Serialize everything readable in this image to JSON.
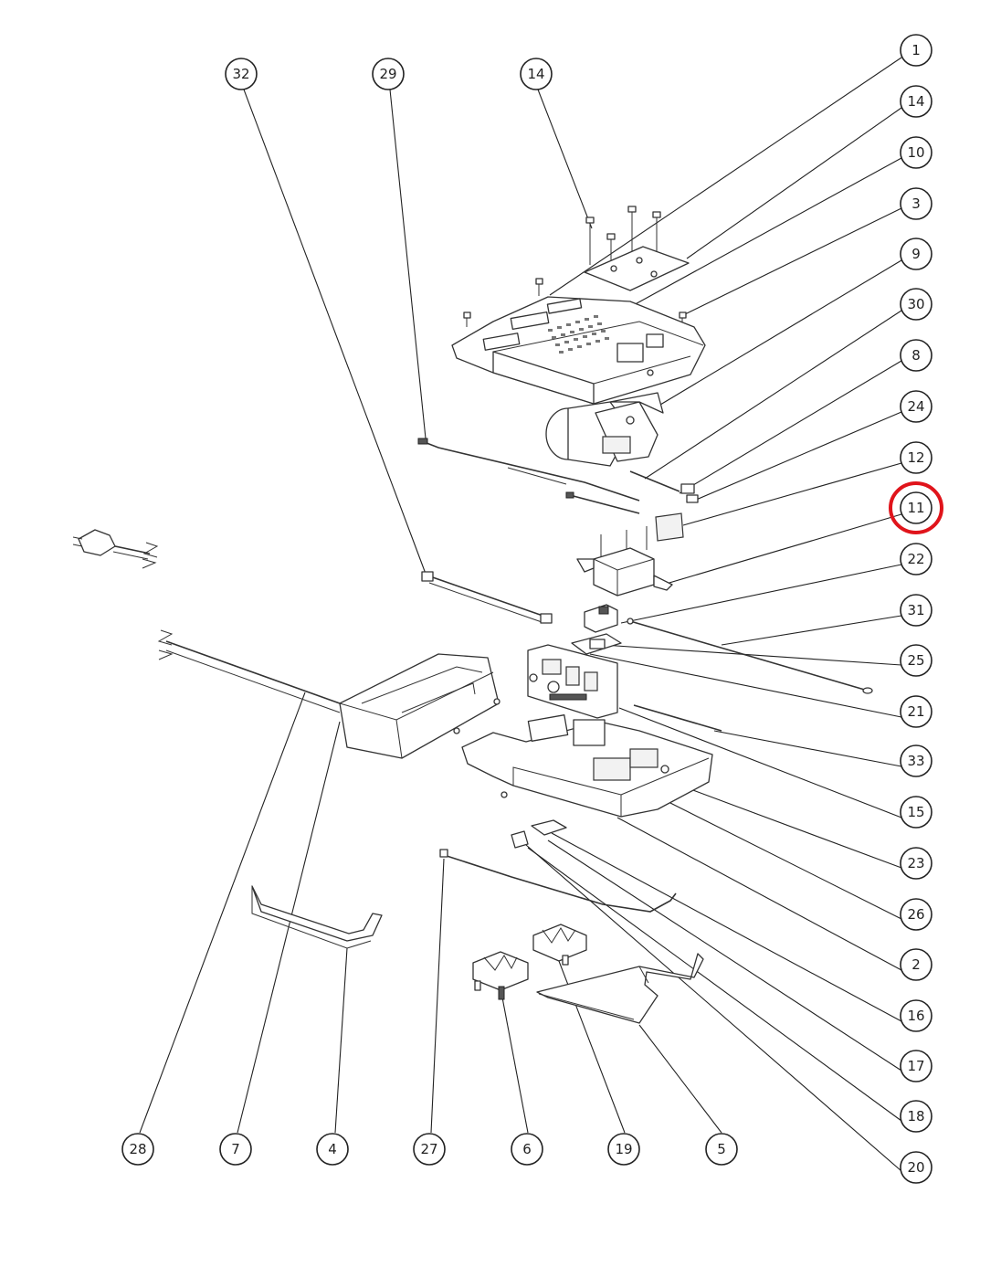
{
  "highlight": {
    "label": "11",
    "color": "#e0141b"
  },
  "callouts": {
    "right": [
      "1",
      "14",
      "10",
      "3",
      "9",
      "30",
      "8",
      "24",
      "12",
      "11",
      "22",
      "31",
      "25",
      "21",
      "33",
      "15",
      "23",
      "26",
      "2",
      "16",
      "17",
      "18",
      "20"
    ],
    "top": [
      "32",
      "29",
      "14"
    ],
    "bottom": [
      "28",
      "7",
      "4",
      "27",
      "6",
      "19",
      "5"
    ]
  },
  "icons": [
    "power-plug-icon",
    "cut-wire-icon"
  ],
  "colors": {
    "line": "#222222",
    "background": "#ffffff"
  }
}
